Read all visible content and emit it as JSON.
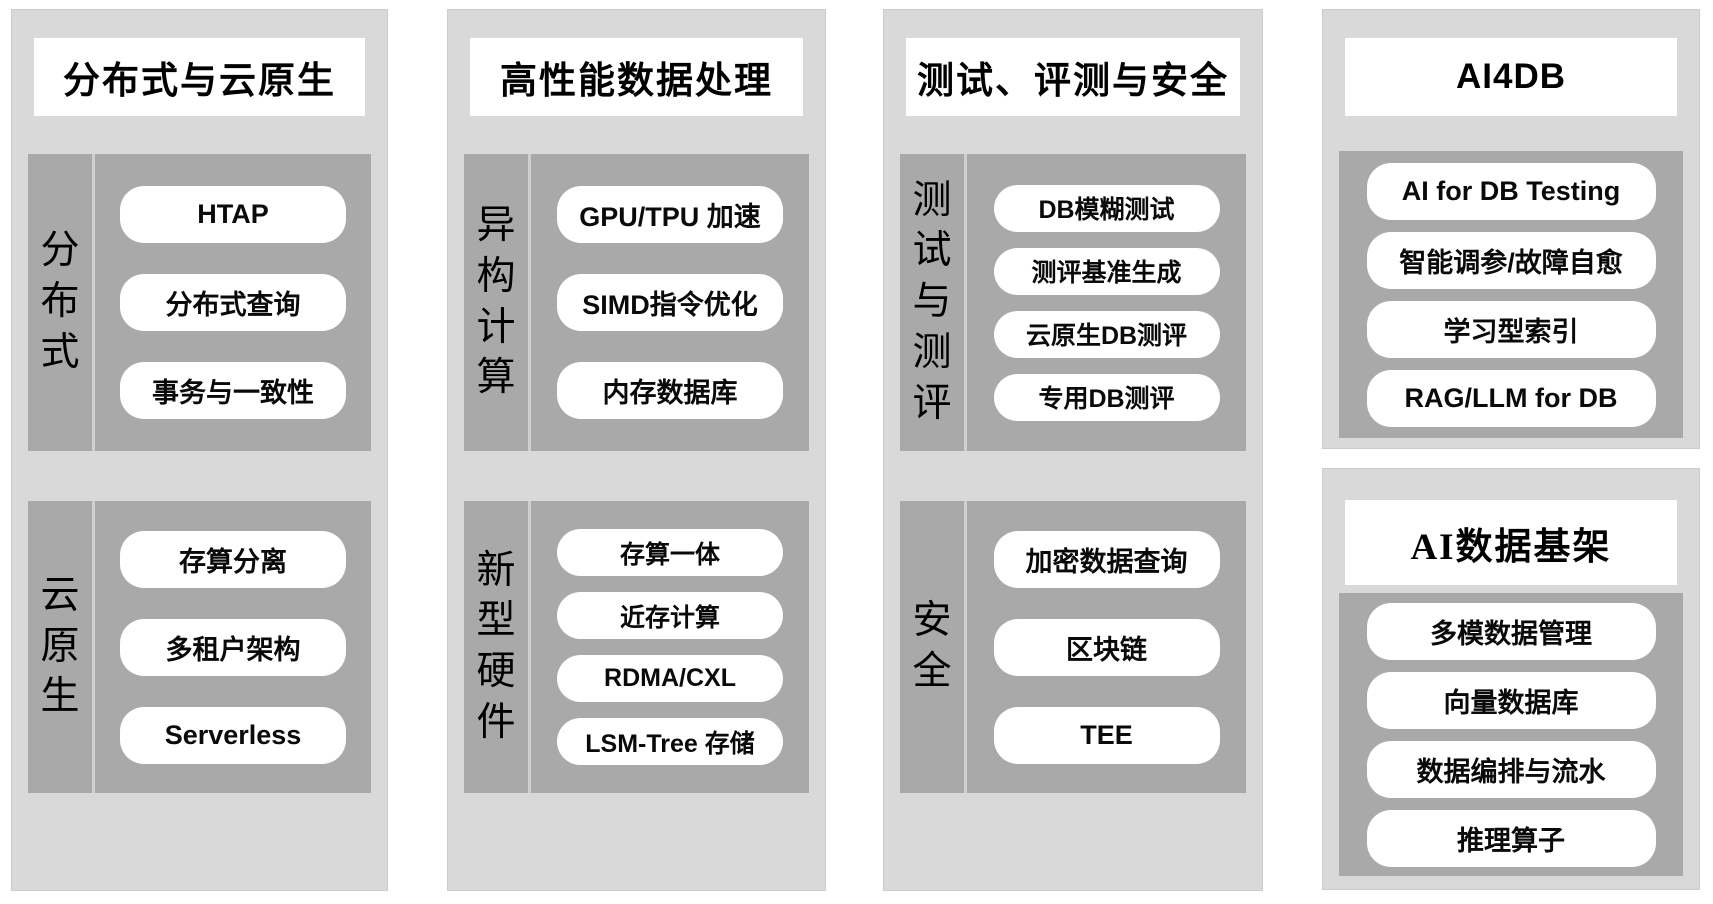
{
  "colors": {
    "panel_gray": "#d9d9d9",
    "section_gray": "#a9a9a9",
    "pill_white": "#ffffff",
    "divider_gray": "#cfcfcf",
    "text_black": "#000000"
  },
  "columns": [
    {
      "title": "分布式与云原生",
      "sections": [
        {
          "label": "分布式",
          "pills": [
            "HTAP",
            "分布式查询",
            "事务与一致性"
          ]
        },
        {
          "label": "云原生",
          "pills": [
            "存算分离",
            "多租户架构",
            "Serverless"
          ]
        }
      ]
    },
    {
      "title": "高性能数据处理",
      "sections": [
        {
          "label": "异构计算",
          "pills": [
            "GPU/TPU 加速",
            "SIMD指令优化",
            "内存数据库"
          ]
        },
        {
          "label": "新型硬件",
          "pills": [
            "存算一体",
            "近存计算",
            "RDMA/CXL",
            "LSM-Tree 存储"
          ]
        }
      ]
    },
    {
      "title": "测试、评测与安全",
      "sections": [
        {
          "label": "测试与测评",
          "pills": [
            "DB模糊测试",
            "测评基准生成",
            "云原生DB测评",
            "专用DB测评"
          ]
        },
        {
          "label": "安全",
          "pills": [
            "加密数据查询",
            "区块链",
            "TEE"
          ]
        }
      ]
    },
    {
      "panels": [
        {
          "title": "AI4DB",
          "pills": [
            "AI for DB Testing",
            "智能调参/故障自愈",
            "学习型索引",
            "RAG/LLM for DB"
          ]
        },
        {
          "title": "AI数据基架",
          "pills": [
            "多模数据管理",
            "向量数据库",
            "数据编排与流水",
            "推理算子"
          ]
        }
      ]
    }
  ]
}
